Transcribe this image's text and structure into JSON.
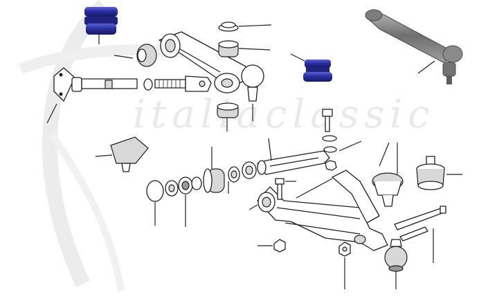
{
  "watermark": {
    "text": "italiaclassic"
  },
  "colors": {
    "bush_blue": "#2b2f9e",
    "bush_blue_dark": "#151867",
    "bush_blue_light": "#5a62d6",
    "line": "#1e1e1e",
    "watermark": "#e9e9e9",
    "photo_gray": "#8a8a8a"
  },
  "parts": [
    {
      "id": "blue-bush-pair",
      "kind": "polyurethane-bush"
    },
    {
      "id": "blue-bush-single",
      "kind": "polyurethane-bush"
    },
    {
      "id": "upper-arm",
      "kind": "suspension-arm"
    },
    {
      "id": "trunnion-rod",
      "kind": "tie-rod"
    },
    {
      "id": "lower-wishbone",
      "kind": "suspension-arm"
    },
    {
      "id": "ball-joint",
      "kind": "ball-joint"
    },
    {
      "id": "bump-stop",
      "kind": "rubber-stop"
    },
    {
      "id": "rubber-mount",
      "kind": "rubber-mount"
    },
    {
      "id": "photo-arm",
      "kind": "photo"
    }
  ]
}
